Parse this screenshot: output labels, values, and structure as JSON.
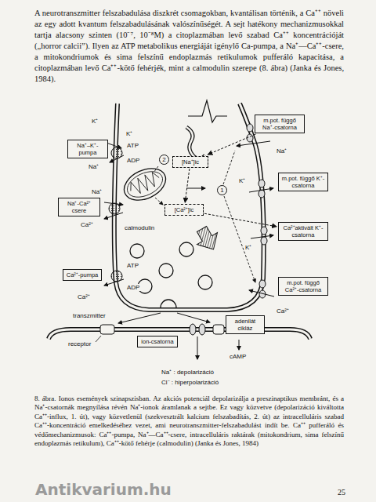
{
  "diagram": {
    "caption": "8. ábra. Ionos események szinapszisban. Az akciós potenciál depolarizálja a preszinaptikus membránt, és a Na⁺-csatornák megnyílása révén Na⁺-ionok áramlanak a sejtbe. Ez vagy közvetve (depolarizáció kiváltotta Ca⁺⁺-influx, 1. út), vagy közvetlenül (szekvesztrált kalcium felszabadítás, 2. út) az intracelluláris szabad Ca⁺⁺-koncentráció emelkedéséhez vezet, ami neurotranszmitter-felszabadulást indít be. Ca⁺⁺ pufferáló és védőmechanizmusok: Ca⁺⁺-pumpa, Na⁺—Ca⁺⁺-csere, intracelluláris raktárak (mitokondrium, sima felszínű endoplazmás retikulum), Ca⁺⁺-kötő fehérje (calmodulin) (Janka és Jones, 1984)",
    "nodes": [
      {
        "text": [
          "Na⁺–K⁺-pumpa"
        ]
      },
      {
        "text": [
          "Na⁺-Ca²⁺ csere"
        ]
      },
      {
        "text": [
          "Ca²⁺-pumpa"
        ]
      },
      {
        "text": [
          "m.pot. függő Na⁺-csatorna"
        ]
      },
      {
        "text": [
          "m.pot. függő K⁺-csatorna"
        ]
      },
      {
        "text": [
          "Ca²⁺aktivált K⁺-csatorna"
        ]
      },
      {
        "text": [
          "m.pot. függő Ca²⁺-csatorna"
        ]
      },
      {
        "text": [
          "[Na⁺]ic"
        ]
      },
      {
        "text": [
          "[Ca²⁺]ic"
        ]
      },
      {
        "text": [
          "adenilát cikláz"
        ]
      },
      {
        "text": [
          "ion-csatorna"
        ]
      }
    ],
    "edges": [
      {
        "from": 3,
        "to": 7,
        "arrow": "to"
      },
      {
        "from": 7,
        "to": 8,
        "arrow": "to"
      },
      {
        "from": 8,
        "to": 5,
        "arrow": "to"
      }
    ],
    "labels": [
      "A neurotranszmitter felszabadulása diszkrét csomagokban, kvantálisan történik, a Ca⁺⁺ növeli az egy adott kvantum felszabadulásának valószínűségét. A sejt hatékony mechanizmusokkal tartja alacsony szinten (10⁻⁷, 10⁻⁸M) a citoplazmában levő szabad Ca⁺⁺ koncentrációját („horror calcii”). Ilyen az ATP metabolikus energiáját igénylő Ca-pumpa, a Na⁺—Ca⁺⁺-csere, a mitokondriumok és sima felszínű endoplazmás retikulumok pufferáló kapacitása, a citoplazmában levő Ca⁺⁺-kötő fehérjék, mint a calmodulin szerepe (8. ábra) (Janka és Jones, 1984).",
      "K⁺",
      "K⁺",
      "ATP",
      "ADP",
      "Na⁺",
      "Na⁺",
      "Ca²⁺",
      "ATP",
      "ADP",
      "Ca²⁺",
      "2",
      "1",
      "calmodulin",
      "Na⁺",
      "K⁺",
      "K⁺",
      "Ca²⁺",
      "transzmitter",
      "receptor",
      "cAMP",
      "Na⁺ : depolarizáció",
      "Cl⁻ : hiperpolarizáció",
      "25",
      "Antikvarium.hu"
    ]
  }
}
